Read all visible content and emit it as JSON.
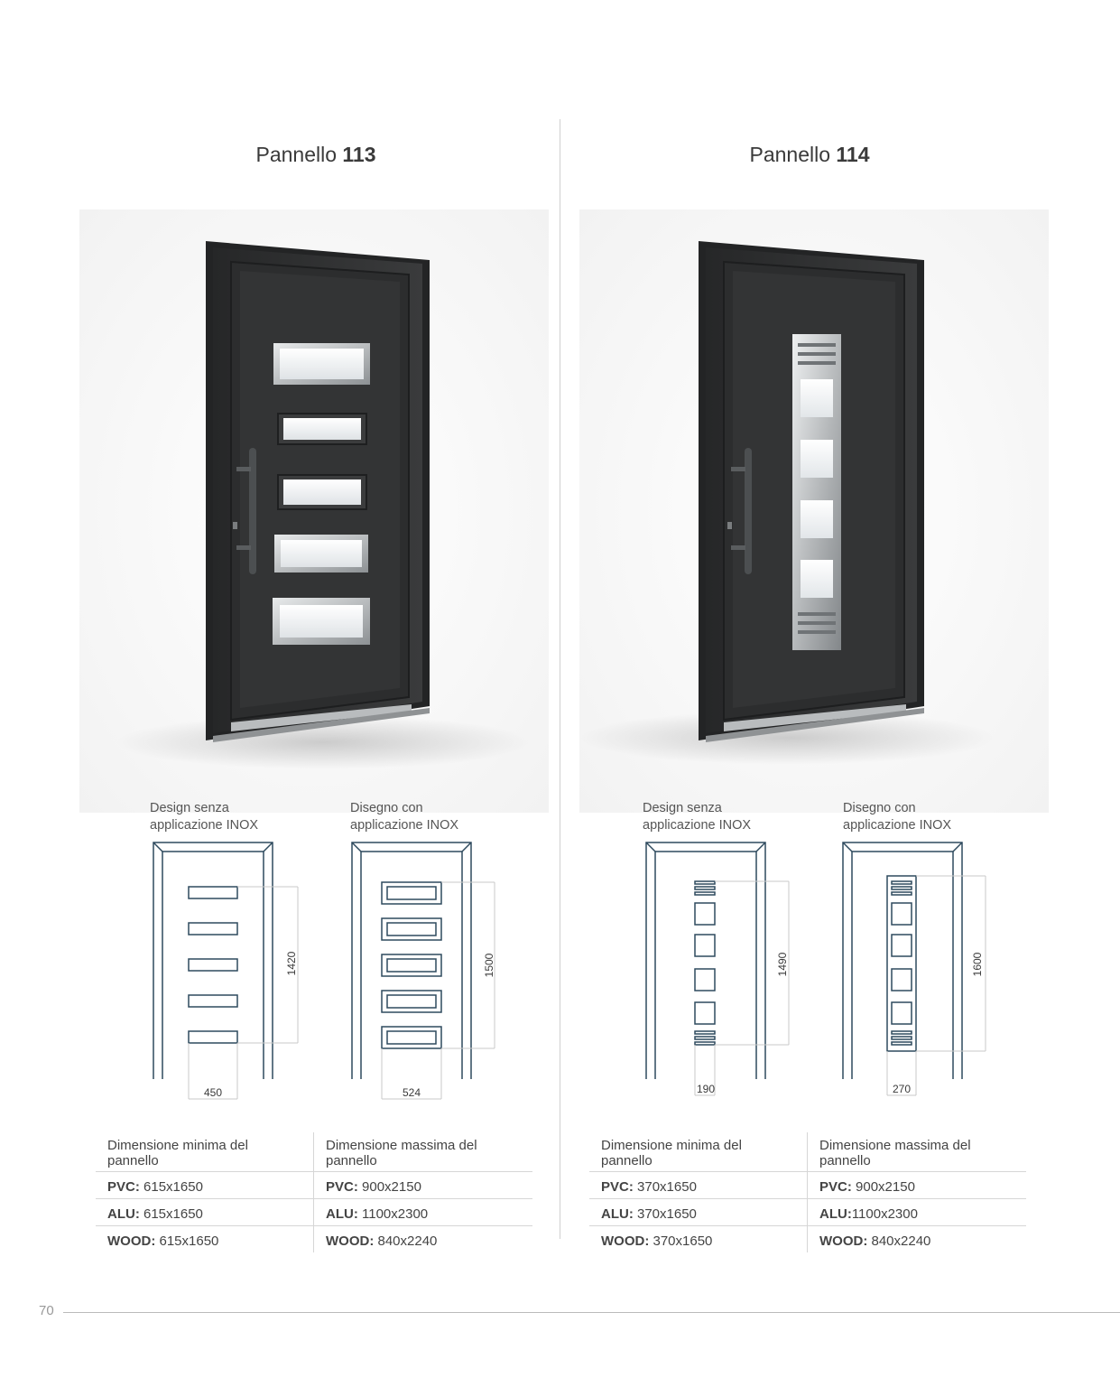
{
  "panels": [
    {
      "title_prefix": "Pannello",
      "title_number": "113",
      "caption_plain_line1": "Design senza",
      "caption_plain_line2": "applicazione INOX",
      "caption_inox_line1": "Disegno con",
      "caption_inox_line2": "applicazione INOX",
      "plain_height_dim": "1420",
      "plain_width_dim": "450",
      "inox_height_dim": "1500",
      "inox_width_dim": "524",
      "table": {
        "col_min": "Dimensione minima del pannello",
        "col_max": "Dimensione massima del pannello",
        "rows": [
          {
            "min_mat": "PVC:",
            "min_val": "615x1650",
            "max_mat": "PVC:",
            "max_val": "900x2150"
          },
          {
            "min_mat": "ALU:",
            "min_val": "615x1650",
            "max_mat": "ALU:",
            "max_val": "1100x2300"
          },
          {
            "min_mat": "WOOD:",
            "min_val": "615x1650",
            "max_mat": "WOOD:",
            "max_val": "840x2240"
          }
        ]
      }
    },
    {
      "title_prefix": "Pannello",
      "title_number": "114",
      "caption_plain_line1": "Design senza",
      "caption_plain_line2": "applicazione INOX",
      "caption_inox_line1": "Disegno con",
      "caption_inox_line2": "applicazione INOX",
      "plain_height_dim": "1490",
      "plain_width_dim": "190",
      "inox_height_dim": "1600",
      "inox_width_dim": "270",
      "table": {
        "col_min": "Dimensione minima del pannello",
        "col_max": "Dimensione massima del pannello",
        "rows": [
          {
            "min_mat": "PVC:",
            "min_val": "370x1650",
            "max_mat": "PVC:",
            "max_val": "900x2150"
          },
          {
            "min_mat": "ALU:",
            "min_val": "370x1650",
            "max_mat": "ALU:",
            "max_val": "1100x2300"
          },
          {
            "min_mat": "WOOD:",
            "min_val": "370x1650",
            "max_mat": "WOOD:",
            "max_val": "840x2240"
          }
        ]
      }
    }
  ],
  "page_number": "70",
  "colors": {
    "door": "#2f3031",
    "drawing_line": "#2e4a5e",
    "steel": "#c9ccce"
  }
}
